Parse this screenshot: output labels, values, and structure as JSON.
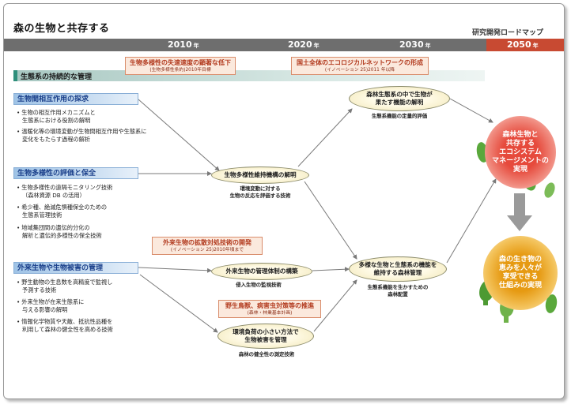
{
  "title": "森の生物と共存する",
  "roadmap_label": "研究開発ロードマップ",
  "timeline": {
    "years": [
      {
        "label": "2010",
        "suffix": "年"
      },
      {
        "label": "2020",
        "suffix": "年"
      },
      {
        "label": "2030",
        "suffix": "年"
      },
      {
        "label": "2050",
        "suffix": "年"
      }
    ],
    "accent_2050": "#c84a32"
  },
  "section": {
    "label": "生態系の持続的な管理"
  },
  "callouts": [
    {
      "title": "生物多様性の失速速度の顕著な低下",
      "sub": "(生物多様性条約)2010年目標"
    },
    {
      "title": "国土全体のエコロジカルネットワークの形成",
      "sub": "(イノベーション 25)2011 年以降"
    },
    {
      "title": "外来生物の拡散対処技術の開発",
      "sub": "(イノベーション 25)2010年頃まで"
    },
    {
      "title": "野生鳥獣、病害虫対策等の推進",
      "sub": "(森林・林業基本計画)"
    }
  ],
  "categories": [
    {
      "label": "生物間相互作用の探求",
      "bullets": [
        [
          "生物の相互作用メカニズムと",
          "生態系における役割の解明"
        ],
        [
          "温暖化等の環境変動が生物間相互作用や生態系に",
          "変化をもたらす過程の解析"
        ]
      ]
    },
    {
      "label": "生物多様性の評価と保全",
      "bullets": [
        [
          "生物多様性の遠隔モニタリング技術",
          "（森林資源 DB の活用）"
        ],
        [
          "希少種、絶滅危惧種保全のための",
          "生態系管理技術"
        ],
        [
          "地域集団間の遺伝的分化の",
          "解析と遺伝的多様性の保全技術"
        ]
      ]
    },
    {
      "label": "外来生物や生物被害の管理",
      "bullets": [
        [
          "野生動物の生息数を高精度で監視し",
          "予測する技術"
        ],
        [
          "外来生物が在来生態系に",
          "与える影響の解明"
        ],
        [
          "情報化学物質や天敵、抵抗性品種を",
          "利用して森林の健全性を高める技術"
        ]
      ]
    }
  ],
  "nodes": [
    {
      "label": [
        "森林生態系の中で生物が",
        "果たす機能の解明"
      ],
      "sub": [
        "生態系機能の定量的評価"
      ]
    },
    {
      "label": [
        "生物多様性維持機構の解明"
      ],
      "sub": [
        "環境変動に対する",
        "生物の反応を評価する技術"
      ]
    },
    {
      "label": [
        "外来生物の管理体制の構築"
      ],
      "sub": [
        "侵入生物の監視技術"
      ]
    },
    {
      "label": [
        "多様な生物と生態系の機能を",
        "維持する森林管理"
      ],
      "sub": [
        "生態系機能を生かすための",
        "森林配置"
      ]
    },
    {
      "label": [
        "環境負荷の小さい方法で",
        "生物被害を管理"
      ],
      "sub": [
        "森林の健全性の測定技術"
      ]
    }
  ],
  "goals": [
    {
      "label": [
        "森林生物と",
        "共存する",
        "エコシステム",
        "マネージメントの",
        "実現"
      ]
    },
    {
      "label": [
        "森の生き物の",
        "恵みを人々が",
        "享受できる",
        "仕組みの実現"
      ]
    }
  ],
  "colors": {
    "goal1": "#e64a3c",
    "goal2": "#e69a12",
    "leaf": "#5aa83c",
    "arrow": "#7a7a7a"
  },
  "icons": [
    "leaf-icon",
    "tree-icon",
    "down-arrow-icon"
  ]
}
